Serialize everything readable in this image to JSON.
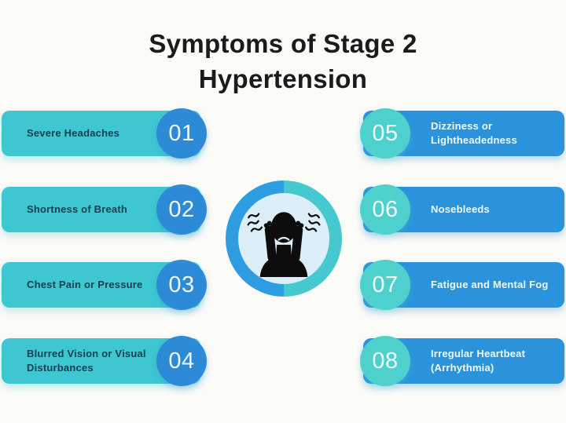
{
  "title": {
    "line1": "Symptoms of Stage 2",
    "line2": "Hypertension"
  },
  "rows": [
    {
      "number": "01",
      "label": "Severe Headaches",
      "side": "left"
    },
    {
      "number": "02",
      "label": "Shortness of Breath",
      "side": "left"
    },
    {
      "number": "03",
      "label": "Chest Pain or Pressure",
      "side": "left"
    },
    {
      "number": "04",
      "label": "Blurred Vision or Visual Disturbances",
      "side": "left"
    },
    {
      "number": "05",
      "label": "Dizziness or Lightheadedness",
      "side": "right"
    },
    {
      "number": "06",
      "label": "Nosebleeds",
      "side": "right"
    },
    {
      "number": "07",
      "label": "Fatigue and Mental Fog",
      "side": "right"
    },
    {
      "number": "08",
      "label": "Irregular Heartbeat (Arrhythmia)",
      "side": "right"
    }
  ],
  "center": {
    "icon": "stressed-person-headache-icon"
  },
  "colors": {
    "background": "#fbfbf8",
    "teal_bar": "#3ec7d0",
    "blue_bar": "#2b93dc",
    "blue_badge": "#2d8ad6",
    "teal_badge": "#4ed0cc",
    "ring_blue": "#2e9ce0",
    "ring_teal": "#46c9ce",
    "inner_circle": "#dceef7",
    "title_text": "#1b1b1b",
    "left_label_text": "#143f51",
    "right_label_text": "#eefaff",
    "icon_silhouette": "#0d0d0d"
  }
}
